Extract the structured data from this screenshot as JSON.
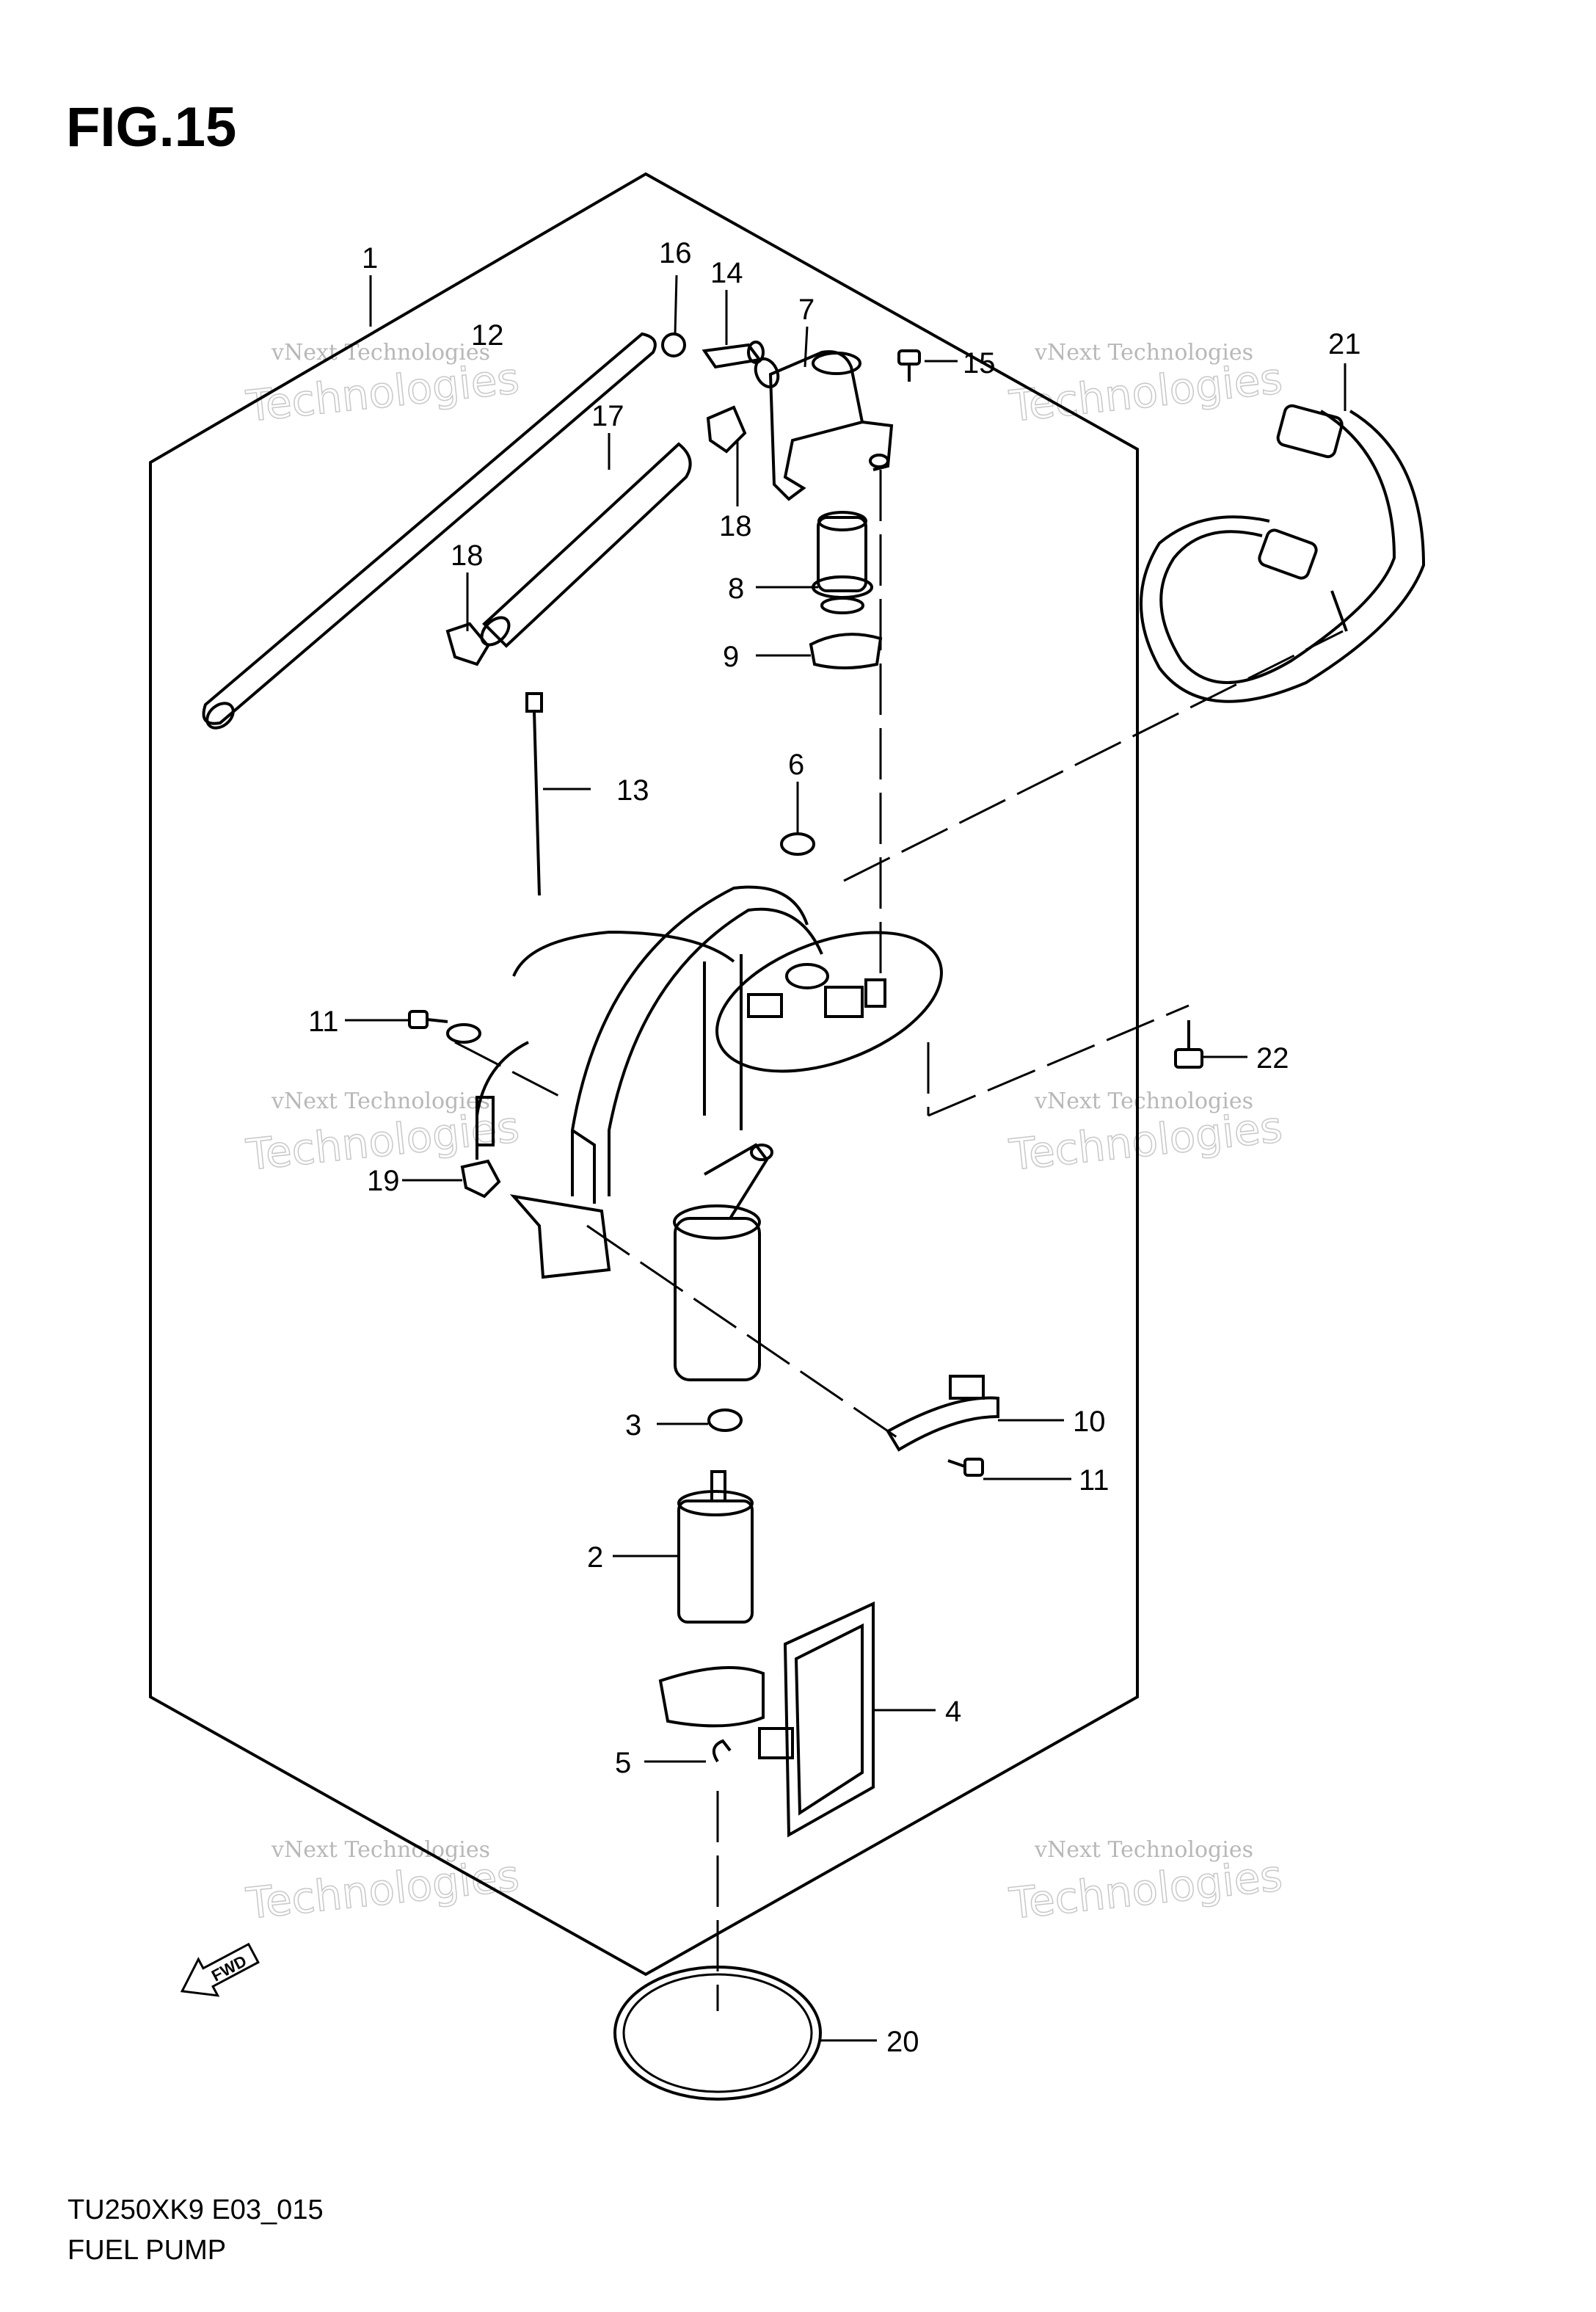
{
  "figure_title": "FIG.15",
  "diagram_code": "TU250XK9 E03_015",
  "diagram_name": "FUEL PUMP",
  "fwd_label": "FWD",
  "watermark_line1": "vNext Technologies",
  "watermark_line2": "Technologies",
  "callouts": [
    "1",
    "12",
    "16",
    "14",
    "7",
    "15",
    "21",
    "17",
    "18",
    "8",
    "18",
    "9",
    "13",
    "6",
    "11",
    "22",
    "19",
    "10",
    "3",
    "11",
    "2",
    "4",
    "5",
    "20"
  ]
}
